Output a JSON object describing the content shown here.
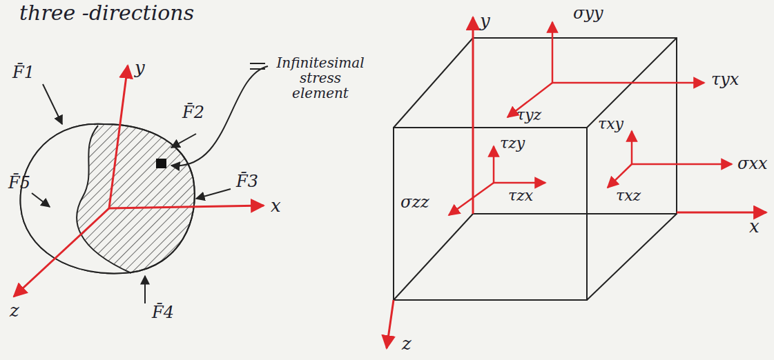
{
  "diagram": {
    "labels": [
      "three -directions",
      "y",
      "x",
      "z",
      "F̄1",
      "F̄2",
      "F̄3",
      "F̄4",
      "F̄5",
      "Infinitesimal stress element",
      "y",
      "σyy",
      "τyx",
      "τyz",
      "τxy",
      "σxx",
      "τzy",
      "τzx",
      "τxz",
      "σzz",
      "x",
      "z"
    ]
  }
}
